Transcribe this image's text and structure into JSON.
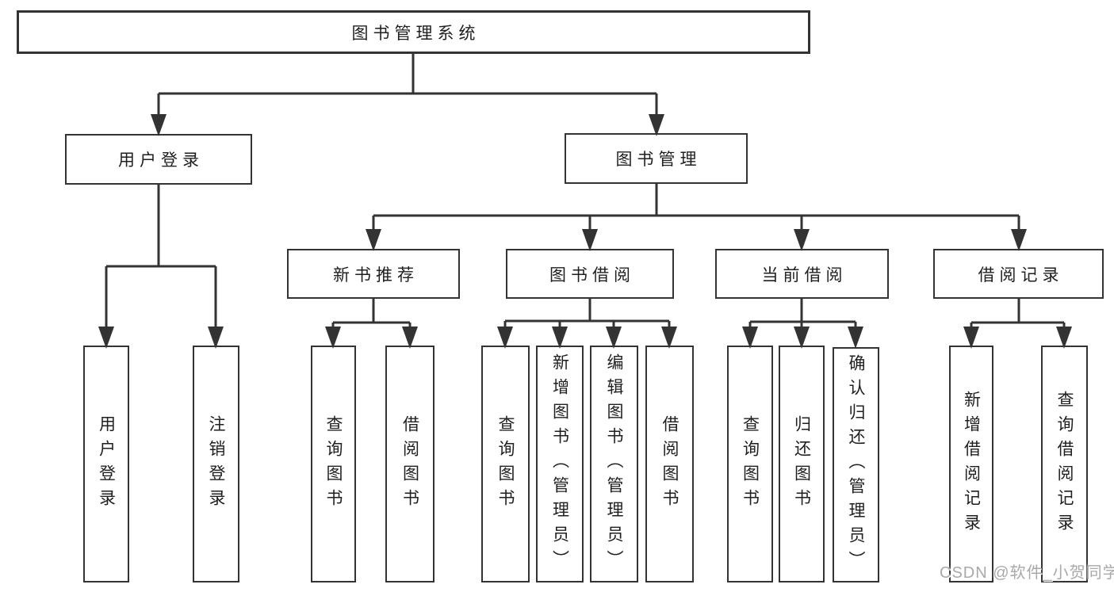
{
  "tree": {
    "root": {
      "label": "图书管理系统"
    },
    "user_login": {
      "label": "用户登录",
      "leaves": [
        "用户登录",
        "注销登录"
      ]
    },
    "book_management": {
      "label": "图书管理",
      "groups": [
        {
          "label": "新书推荐",
          "leaves": [
            "查询图书",
            "借阅图书"
          ]
        },
        {
          "label": "图书借阅",
          "leaves": [
            "查询图书",
            "新增图书（管理员）",
            "编辑图书（管理员）",
            "借阅图书"
          ]
        },
        {
          "label": "当前借阅",
          "leaves": [
            "查询图书",
            "归还图书",
            "确认归还（管理员）"
          ]
        },
        {
          "label": "借阅记录",
          "leaves": [
            "新增借阅记录",
            "查询借阅记录"
          ]
        }
      ]
    }
  },
  "watermark": "CSDN @软件_小贺同学",
  "colors": {
    "background": "#ffffff",
    "box_fill": "#ffffff",
    "box_border": "#333333",
    "line": "#333333",
    "text": "#1f1f1f",
    "watermark": "#a9a9a9"
  }
}
